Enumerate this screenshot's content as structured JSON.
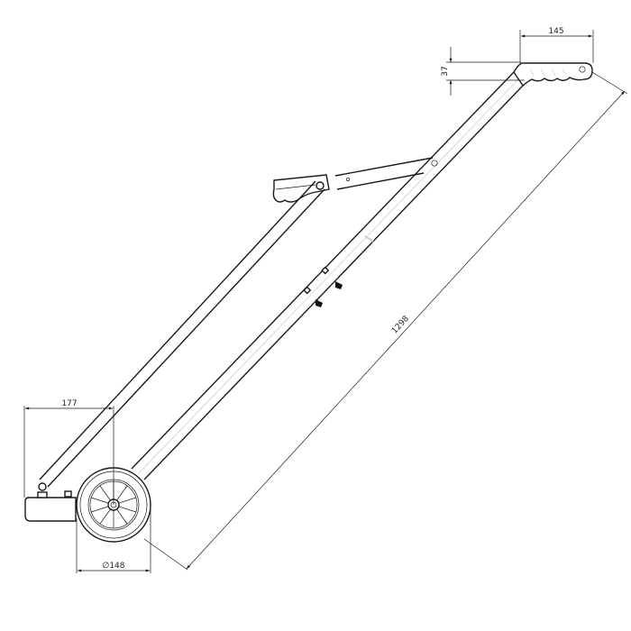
{
  "drawing": {
    "title": "Magnetic sweeper / lifting trolley technical drawing",
    "units": "mm",
    "line_color": "#1a1a1a",
    "background": "#ffffff"
  },
  "dimensions": {
    "handle_length": "145",
    "handle_height": "37",
    "overall_length": "1298",
    "base_offset": "177",
    "wheel_diameter_symbol": "∅",
    "wheel_diameter": "148"
  },
  "parts": [
    {
      "name": "handle-grip"
    },
    {
      "name": "main-shaft"
    },
    {
      "name": "release-lever"
    },
    {
      "name": "release-shaft"
    },
    {
      "name": "magnetic-base"
    },
    {
      "name": "wheel"
    },
    {
      "name": "height-adjust-clamps"
    }
  ]
}
